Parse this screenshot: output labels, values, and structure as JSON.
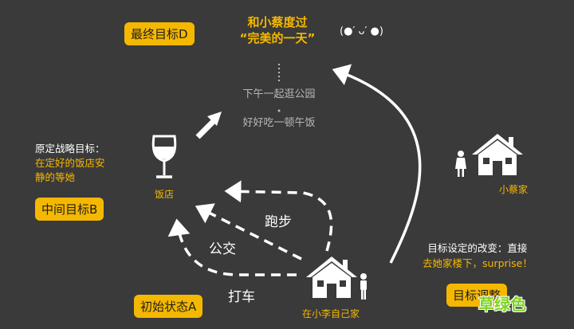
{
  "goals": {
    "final": "最终目标D",
    "middle": "中间目标B",
    "initial": "初始状态A",
    "adjusted": "目标调整"
  },
  "final_goal_text": {
    "line1": "和小蔡度过",
    "line2": "“完美的一天”"
  },
  "emoticon": "(●′ ᴗ′ ●)",
  "plan": {
    "line1": "下午一起逛公园",
    "line2": "好好吃一顿午饭"
  },
  "original_strategy": {
    "title": "原定战略目标：",
    "line1": "在定好的饭店安",
    "line2": "静的等她"
  },
  "places": {
    "restaurant": "饭店",
    "xiaocai_home": "小蔡家",
    "xiaoli_home": "在小李自己家"
  },
  "routes": {
    "run": "跑步",
    "bus": "公交",
    "taxi": "打车"
  },
  "goal_change": {
    "title": "目标设定的改变：直接",
    "line2": "去她家楼下，surprise！"
  },
  "watermark": "草绿色",
  "icons": [
    "wine-glass-icon",
    "house-icon",
    "person-icon",
    "arrow-icon"
  ],
  "colors": {
    "background": "#3a3a3a",
    "accent": "#f5b800",
    "text": "#ffffff",
    "muted": "#b8b8b8",
    "watermark": "#7ed321"
  }
}
